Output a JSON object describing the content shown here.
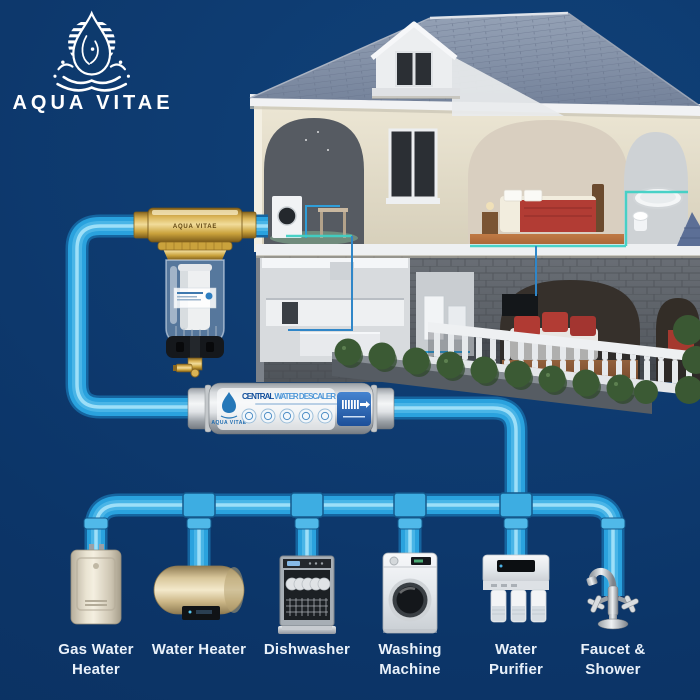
{
  "poster": {
    "background_color": "#0d3a6d",
    "pipe_color": "#2aa2de"
  },
  "brand": {
    "name": "AQUA VITAE",
    "logo_icon": "water-drop-sun-splash-logo"
  },
  "prefilter": {
    "brand_label": "AQUA VITAE",
    "device": "spin-down-sediment-prefilter"
  },
  "descaler": {
    "title_primary": "CENTRAL",
    "title_secondary": " WATER DESCALER",
    "brand_label": "AQUA VITAE",
    "badge_count": 5
  },
  "house": {
    "illustration": "3d-cutaway-two-story-villa"
  },
  "appliances": [
    {
      "label": "Gas Water Heater",
      "icon": "gas-water-heater-icon"
    },
    {
      "label": "Water Heater",
      "icon": "water-heater-icon"
    },
    {
      "label": "Dishwasher",
      "icon": "dishwasher-icon"
    },
    {
      "label": "Washing Machine",
      "icon": "washing-machine-icon"
    },
    {
      "label": "Water Purifier",
      "icon": "water-purifier-icon"
    },
    {
      "label": "Faucet & Shower",
      "icon": "faucet-shower-icon"
    }
  ]
}
